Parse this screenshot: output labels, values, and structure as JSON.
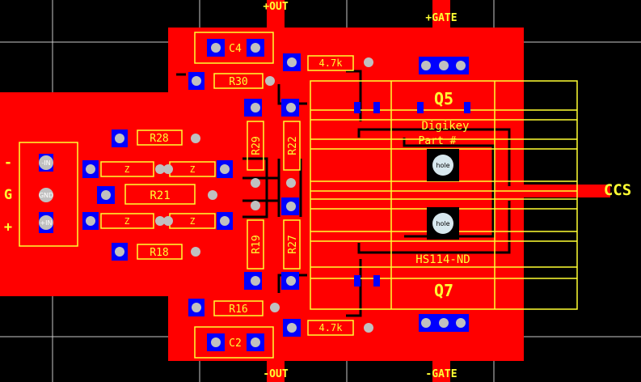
{
  "board": {
    "colors": {
      "background": "#000000",
      "copper_top": "#ff0000",
      "copper_bottom": "#0000ff",
      "silkscreen": "#ffff33",
      "pad": "#c0c0c0",
      "grid": "#c8c8c8"
    }
  },
  "edge_labels": {
    "out_pos": "+OUT",
    "out_neg": "-OUT",
    "gate_pos": "+GATE",
    "gate_neg": "-GATE",
    "ccs": "CCS"
  },
  "input_connector": {
    "minus_sign": "-",
    "g_label": "G",
    "plus_sign": "+",
    "pins": [
      "-IN",
      "GND",
      "+IN"
    ]
  },
  "components": {
    "c4": "C4",
    "c2": "C2",
    "r30": "R30",
    "r16": "R16",
    "r28": "R28",
    "r18": "R18",
    "r21": "R21",
    "r29": "R29",
    "r22": "R22",
    "r19": "R19",
    "r27": "R27",
    "r_top_value": "4.7k",
    "r_bot_value": "4.7k",
    "zener_label": "Z"
  },
  "heatsink": {
    "q5": "Q5",
    "q7": "Q7",
    "vendor_line1": "Digikey",
    "vendor_line2": "Part #",
    "part_number": "HS114-ND",
    "hole_label": "hole"
  }
}
